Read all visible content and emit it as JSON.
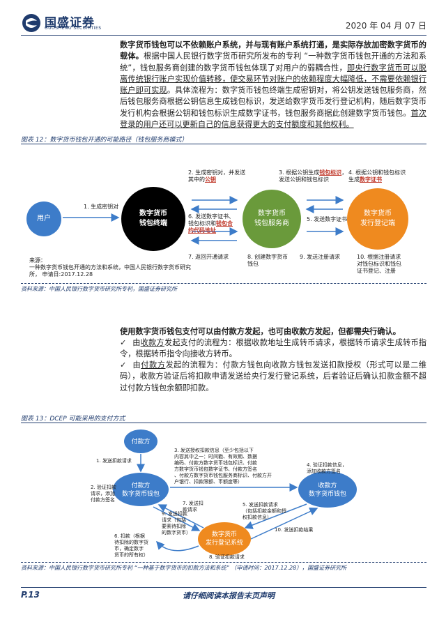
{
  "header": {
    "brand": "国盛证券",
    "brand_sub": "GUOSHENG SECURITIES",
    "date": "2020 年 04 月 07 日"
  },
  "para1": {
    "lead": "数字货币钱包可以不依赖账户系统，并与现有账户系统打通，是实际存放加密数字货币的载体。",
    "p1": "根据中国人民银行数字货币研究所发布的专利 “一种数字货币钱包开通的方法和系统”，钱包服务商创建的数字货币钱包体现了对用户的弱耦合性，",
    "u1": "即央行数字货币可以脱离传统银行账户实现价值转移，使交易环节对账户的依赖程度大幅降低，不需要依赖银行账户即可实现",
    "p2": "。具体流程为：数字货币钱包终端生成密钥对，将公钥发送钱包服务商，然后钱包服务商根据公钥信息生成钱包标识，发送给数字货币发行登记机构，随后数字货币发行机构会根据公钥和钱包标识生成数字证书，钱包服务商据此创建数字货币钱包。",
    "u2": "首次登录的用户还可以更新自己的信息获得更大的支付额度和其他权利。"
  },
  "fig12": {
    "title": "图表 12：数字货币钱包开通的可能路径（钱包服务商模式）",
    "user": "用户",
    "wallet_terminal": [
      "数字货币",
      "钱包终端"
    ],
    "service": [
      "数字货币",
      "钱包服务商"
    ],
    "issuer": [
      "数字货币",
      "发行登记端"
    ],
    "s1": "1. 生成密钥对",
    "s2a": "2. 生成密钥对，并发送",
    "s2b": "其中的",
    "s2red": "公钥",
    "s3a": "3. 根据公钥生成",
    "s3red": "钱包标识",
    "s3b": "，",
    "s3c": "发送公钥和钱包标识",
    "s4a": "4. 根据公钥和钱包标识",
    "s4b": "生成",
    "s4red": "数字证书",
    "s5": "5. 发送数字证书",
    "s6a": "6. 发送数字证书、",
    "s6b": "钱包标识和",
    "s6red1": "钱包合",
    "s6red2": "约代码地址",
    "s7": "7. 返回开通请求",
    "s8a": "8. 创建数字货币",
    "s8b": "钱包",
    "s9": "9. 发送注册请求",
    "s10a": "10. 根据注册请求",
    "s10b": "对钱包标识和钱包",
    "s10c": "证书登记、注册",
    "src_a": "来源：",
    "src_b": "一种数字货币钱包开通的方法和系统，中国人民银行数字货币研究",
    "src_c": "所，  申请日:2017.12.28",
    "source": "资料来源：中国人民银行数字货币研究所专利，国盛证券研究所"
  },
  "para2": {
    "lead": "使用数字货币钱包支付可以由付款方发起，也可由收款方发起，但都需央行确认。",
    "b1_pre": "由",
    "b1_u": "收款方",
    "b1_post": "发起支付的流程为：根据收款地址生成转币请求，根据转币请求生成转币指令，根据转币指令向接收方转币。",
    "b2_pre": "由",
    "b2_u": "付款方",
    "b2_post": "发起的流程为：付款方钱包向收款方钱包发送扣款授权（形式可以是二维码），收款方验证后将扣款申请发送给央行发行登记系统，后者验证后确认扣款金额不超过付款方钱包余额即扣款。",
    "check": "✓"
  },
  "fig13": {
    "title": "图表 13：DCEP 可能采用的支付方式",
    "payer": "付款方",
    "payer_wallet": [
      "付款方",
      "数字货币钱包"
    ],
    "payee_wallet": [
      "收款方",
      "数字货币钱包"
    ],
    "issuer": [
      "数字货币",
      "发行登记系统"
    ],
    "n1": "1. 发送扣款请求",
    "n2a": "2. 验证扣款",
    "n2b": "请求，添加",
    "n2c": "付款方签名",
    "n3a": "3. 发送授权扣款信息（至少包括以下",
    "n3b": "内容其中之一：时间戳、有效期、数据",
    "n3c": "编码、付款方数字货币钱包标识、付款",
    "n3d": "方数字货币钱包数字证书、付款方签名",
    "n3e": "、付款方数字货币钱包服务商标识、付款方开",
    "n3f": "户银行、扣款限额、币额度等）",
    "n4a": "4. 验证扣款信息，",
    "n4b": "添加收款方签名",
    "n5a": "5. 发送扣款请求",
    "n5b": "（包括扣款金额和授",
    "n5c": "权扣款信息）",
    "n6a": "6. 扣款（根据",
    "n6b": "待扣除的数字货",
    "n6c": "币，确定数字",
    "n6d": "货币的所有权）",
    "n7a": "7. 发送扣",
    "n7b": "款请求",
    "n8": "8. 验证扣款请求",
    "n9a": "9. 发送扣款",
    "n9b": "请求（包括",
    "n9c": "要素待扣除",
    "n9d": "的数字货币）",
    "n10": "10. 发送扣款结果",
    "source": "资料来源：中国人民银行数字货币研究所专利 “一种基于数字货币的扣款方法和系统” （申请时间：2017.12.28），国盛证券研究所"
  },
  "footer": {
    "page": "P.13",
    "note": "请仔细阅读本报告末页声明"
  },
  "colors": {
    "brand_blue": "#1f3b6d",
    "blue_circle": "#3d7cc9",
    "green_circle": "#6a9a3b",
    "orange_circle": "#ef8a1f",
    "black_circle": "#000000",
    "red_text": "#c0392b"
  }
}
